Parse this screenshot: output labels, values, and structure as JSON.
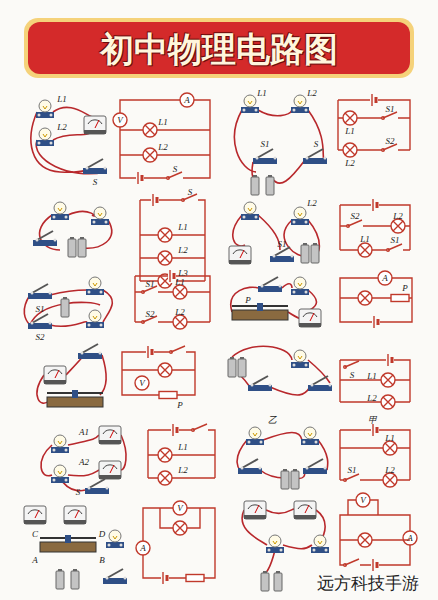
{
  "diagram": {
    "title": "初中物理电路图",
    "labels": [
      "L1",
      "L2",
      "S",
      "V",
      "A",
      "L1",
      "L2",
      "S",
      "L1",
      "L2",
      "S1",
      "S",
      "L1",
      "S1",
      "L2",
      "S2",
      "S",
      "L1",
      "L2",
      "L3",
      "S2",
      "L2",
      "L1",
      "S1",
      "S1",
      "L2",
      "S1",
      "S2",
      "S1",
      "L1",
      "S2",
      "L2",
      "P",
      "A",
      "P",
      "V",
      "P",
      "乙",
      "甲",
      "S",
      "L1",
      "L2",
      "A1",
      "A2",
      "S",
      "L1",
      "L2",
      "L1",
      "S1",
      "L2",
      "C",
      "D",
      "A",
      "B",
      "V",
      "A",
      "V",
      "A",
      "远方科技手游"
    ]
  }
}
